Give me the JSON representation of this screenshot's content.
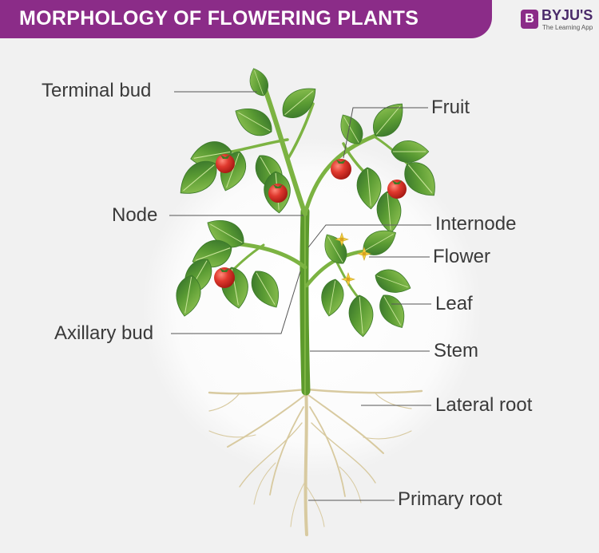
{
  "header": {
    "title": "MORPHOLOGY OF FLOWERING PLANTS",
    "brand_mark": "B",
    "brand_name": "BYJU'S",
    "brand_tagline": "The Learning App",
    "banner_color": "#8b2c88"
  },
  "labels": {
    "terminal_bud": "Terminal bud",
    "fruit": "Fruit",
    "node": "Node",
    "internode": "Internode",
    "flower": "Flower",
    "leaf": "Leaf",
    "axillary_bud": "Axillary bud",
    "stem": "Stem",
    "lateral_root": "Lateral root",
    "primary_root": "Primary root"
  },
  "colors": {
    "leaf": "#6aa83a",
    "leaf_dark": "#2f6b2a",
    "stem": "#7cb342",
    "fruit": "#d8322a",
    "flower": "#f4d03f",
    "root": "#d8caa0",
    "leader": "#555555"
  }
}
